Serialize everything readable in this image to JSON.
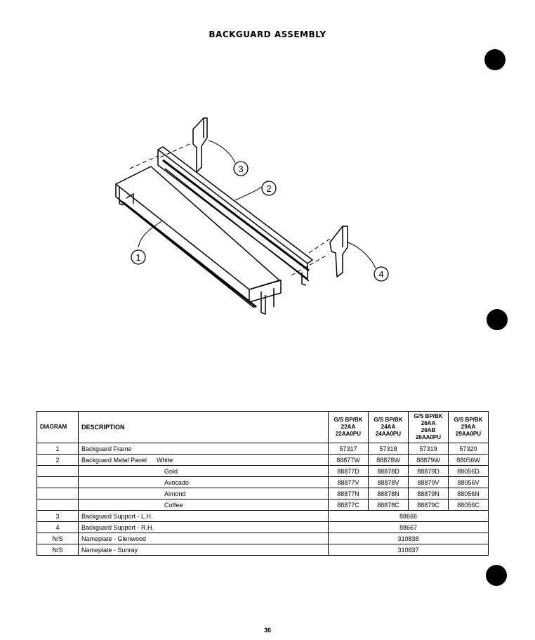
{
  "title": "BACKGUARD ASSEMBLY",
  "callouts": [
    "1",
    "2",
    "3",
    "4"
  ],
  "table": {
    "headers": {
      "diagram": "DIAGRAM",
      "description": "DESCRIPTION",
      "models": [
        [
          "G/S BP/BK",
          "22AA",
          "22AA0PU"
        ],
        [
          "G/S BP/BK",
          "24AA",
          "24AA0PU"
        ],
        [
          "G/S BP/BK",
          "26AA",
          "26AB",
          "26AA0PU"
        ],
        [
          "G/S BP/BK",
          "29AA",
          "29AA0PU"
        ]
      ]
    },
    "rows_detail": [
      {
        "diagram": "1",
        "description": "Backguard Frame",
        "color": "",
        "values": [
          "57317",
          "57318",
          "57319",
          "57320"
        ]
      },
      {
        "diagram": "2",
        "description": "Backguard Metal Panel",
        "color": "White",
        "values": [
          "88877W",
          "88878W",
          "88879W",
          "88056W"
        ]
      },
      {
        "diagram": "",
        "description": "",
        "color": "Gold",
        "values": [
          "88877D",
          "88878D",
          "88879D",
          "88056D"
        ]
      },
      {
        "diagram": "",
        "description": "",
        "color": "Avocado",
        "values": [
          "88877V",
          "88878V",
          "88879V",
          "88056V"
        ]
      },
      {
        "diagram": "",
        "description": "",
        "color": "Almond",
        "values": [
          "88877N",
          "88878N",
          "88879N",
          "88056N"
        ]
      },
      {
        "diagram": "",
        "description": "",
        "color": "Coffee",
        "values": [
          "88877C",
          "88878C",
          "88879C",
          "88056C"
        ]
      }
    ],
    "rows_common": [
      {
        "diagram": "3",
        "description": "Backguard Support - L.H.",
        "value": "88666"
      },
      {
        "diagram": "4",
        "description": "Backguard Support - R.H.",
        "value": "88667"
      },
      {
        "diagram": "N/S",
        "description": "Nameplate - Glenwood",
        "value": "310838"
      },
      {
        "diagram": "N/S",
        "description": "Nameplate - Sunray",
        "value": "310837"
      }
    ]
  },
  "page_number": "36"
}
